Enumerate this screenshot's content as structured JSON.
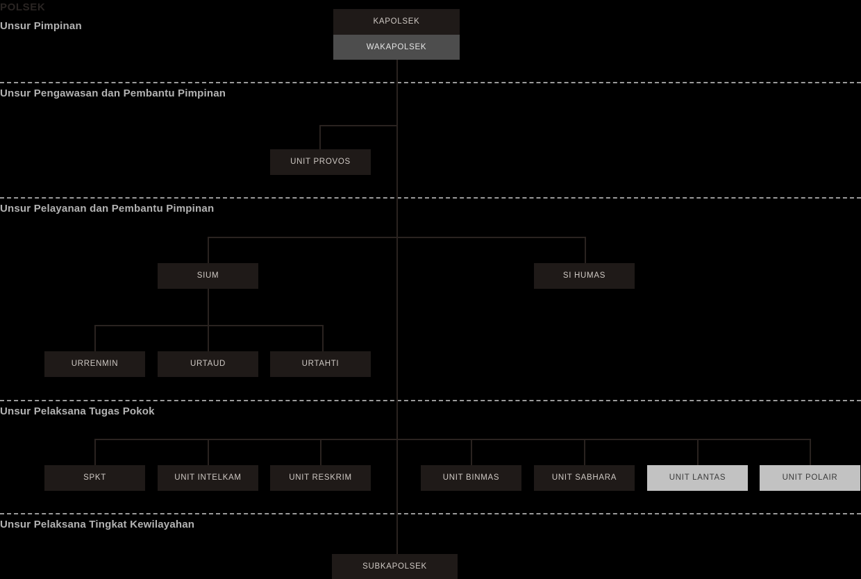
{
  "page": {
    "root_label": "POLSEK",
    "background": "#000000",
    "box_dark": "#1f1a18",
    "box_mid": "#4d4d4d",
    "box_light": "#c2c2c2",
    "line_color": "#2a2320",
    "divider_color": "#9b9b9b",
    "heading_color": "#b3b3b3"
  },
  "sections": [
    {
      "id": "pimpinan",
      "label": "Unsur Pimpinan"
    },
    {
      "id": "pengawasan",
      "label": "Unsur Pengawasan dan Pembantu Pimpinan"
    },
    {
      "id": "pelayanan",
      "label": "Unsur Pelayanan dan Pembantu Pimpinan"
    },
    {
      "id": "pelaksana",
      "label": "Unsur Pelaksana Tugas Pokok"
    },
    {
      "id": "kewilayahan",
      "label": "Unsur Pelaksana Tingkat Kewilayahan"
    }
  ],
  "nodes": {
    "kapolsek": "KAPOLSEK",
    "wakapolsek": "WAKAPOLSEK",
    "unit_provos": "UNIT PROVOS",
    "sium": "SIUM",
    "si_humas": "SI HUMAS",
    "urrenmin": "URRENMIN",
    "urtaud": "URTAUD",
    "urtahti": "URTAHTI",
    "spkt": "SPKT",
    "unit_intelkam": "UNIT INTELKAM",
    "unit_reskrim": "UNIT RESKRIM",
    "unit_binmas": "UNIT BINMAS",
    "unit_sabhara": "UNIT SABHARA",
    "unit_lantas": "UNIT LANTAS",
    "unit_polair": "UNIT POLAIR",
    "subkapolsek": "SUBKAPOLSEK"
  }
}
